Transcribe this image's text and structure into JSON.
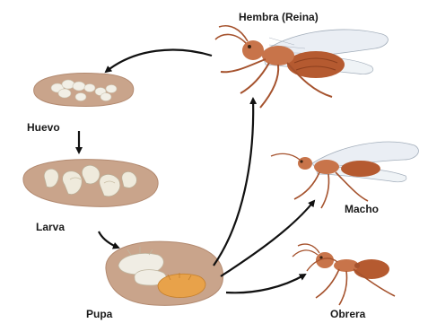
{
  "labels": {
    "queen": "Hembra (Reina)",
    "egg": "Huevo",
    "larva": "Larva",
    "pupa": "Pupa",
    "male": "Macho",
    "worker": "Obrera"
  },
  "colors": {
    "arrow": "#111111",
    "dish": "#c9a48b",
    "dish_edge": "#b38a70",
    "ant_body": "#c8744a",
    "ant_dark": "#a5522d",
    "wing": "#e8edf3",
    "egg": "#f2efe6",
    "pupa_golden": "#e8a24a"
  },
  "icons": [
    "queen-ant-icon",
    "male-ant-icon",
    "worker-ant-icon",
    "egg-cluster-icon",
    "larva-cluster-icon",
    "pupa-cluster-icon"
  ]
}
